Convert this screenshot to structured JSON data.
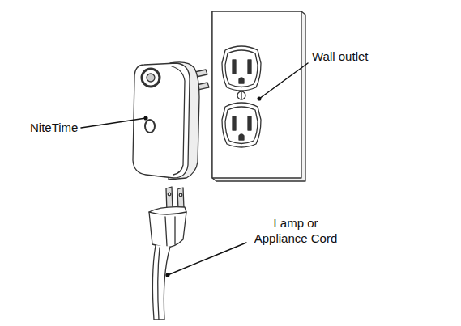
{
  "diagram": {
    "labels": [
      "NiteTime",
      "Wall outlet",
      "Lamp or Appliance Cord"
    ]
  }
}
